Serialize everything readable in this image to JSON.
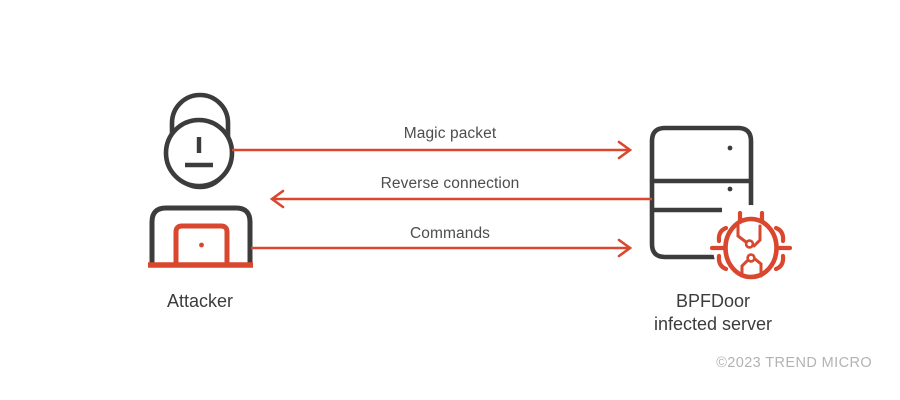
{
  "diagram": {
    "title_hidden": "",
    "background_color": "#ffffff",
    "accent_color": "#d9472f",
    "dark_color": "#3c3c3c",
    "nodes": [
      {
        "id": "attacker",
        "label": "Attacker",
        "icons": [
          "hooded-person-icon",
          "laptop-icon"
        ]
      },
      {
        "id": "bpfdoor-server",
        "label_line1": "BPFDoor",
        "label_line2": "infected server",
        "icons": [
          "server-icon",
          "bug-icon"
        ]
      }
    ],
    "flows": [
      {
        "id": "magic-packet",
        "label": "Magic packet",
        "direction": "right",
        "from": "attacker",
        "to": "bpfdoor-server"
      },
      {
        "id": "reverse-connection",
        "label": "Reverse connection",
        "direction": "left",
        "from": "bpfdoor-server",
        "to": "attacker"
      },
      {
        "id": "commands",
        "label": "Commands",
        "direction": "right",
        "from": "attacker",
        "to": "bpfdoor-server"
      }
    ],
    "footer": {
      "copyright": "©2023 TREND MICRO"
    }
  }
}
